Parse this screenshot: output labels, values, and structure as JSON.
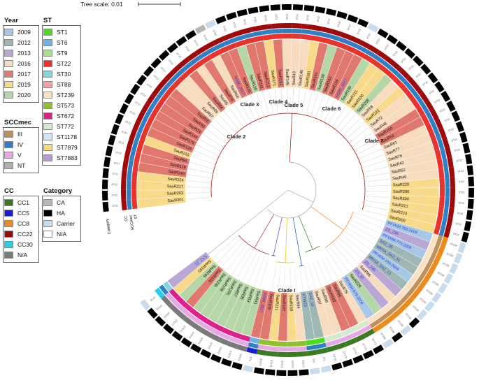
{
  "tree_scale": "Tree scale: 0.01",
  "legends": {
    "year": {
      "title": "Year",
      "items": [
        {
          "label": "2009",
          "color": "#a6c8e6"
        },
        {
          "label": "2012",
          "color": "#9fb7b3"
        },
        {
          "label": "2013",
          "color": "#b9a7d6"
        },
        {
          "label": "2016",
          "color": "#f7dcc0"
        },
        {
          "label": "2017",
          "color": "#e0786e"
        },
        {
          "label": "2019",
          "color": "#f9d98a"
        },
        {
          "label": "2020",
          "color": "#b5d6a7"
        }
      ]
    },
    "st": {
      "title": "ST",
      "items": [
        {
          "label": "ST1",
          "color": "#4ddc1c"
        },
        {
          "label": "ST6",
          "color": "#6ab4ee"
        },
        {
          "label": "ST9",
          "color": "#a7e08a"
        },
        {
          "label": "ST22",
          "color": "#e8322a"
        },
        {
          "label": "ST30",
          "color": "#7fd8e0"
        },
        {
          "label": "ST88",
          "color": "#f2a0a6"
        },
        {
          "label": "ST239",
          "color": "#fbe0c4"
        },
        {
          "label": "ST573",
          "color": "#8fc22a"
        },
        {
          "label": "ST672",
          "color": "#e0208a"
        },
        {
          "label": "ST772",
          "color": "#d6ead2"
        },
        {
          "label": "ST1178",
          "color": "#cfe6f6"
        },
        {
          "label": "ST7879",
          "color": "#f8dc7a"
        },
        {
          "label": "ST7883",
          "color": "#b69ad8"
        }
      ]
    },
    "sccmec": {
      "title": "SCCmec",
      "items": [
        {
          "label": "III",
          "color": "#c0905a"
        },
        {
          "label": "IV",
          "color": "#2c80c8"
        },
        {
          "label": "V",
          "color": "#e8a8e4"
        },
        {
          "label": "NT",
          "color": "#b0b0b0"
        }
      ]
    },
    "cc": {
      "title": "CC",
      "items": [
        {
          "label": "CC1",
          "color": "#3a7a22"
        },
        {
          "label": "CC5",
          "color": "#1a1adc"
        },
        {
          "label": "CC8",
          "color": "#ee8a1a"
        },
        {
          "label": "CC22",
          "color": "#9e0a0a"
        },
        {
          "label": "CC30",
          "color": "#22d0ee"
        },
        {
          "label": "N/A",
          "color": "#7a7a7a"
        }
      ]
    },
    "category": {
      "title": "Category",
      "items": [
        {
          "label": "CA",
          "color": "#b8b8b0"
        },
        {
          "label": "HA",
          "color": "#000000"
        },
        {
          "label": "Carrier",
          "color": "#c8dcf0"
        },
        {
          "label": "N/A",
          "color": "#ffffff"
        }
      ]
    }
  },
  "ring_labels": [
    "CC",
    "ST",
    "SCCmec",
    "Category"
  ],
  "clades": [
    "Clade 2",
    "Clade 3",
    "Clade 4",
    "Clade 5",
    "Clade 6",
    "Clade 7",
    "Clade I"
  ],
  "isolates": [
    {
      "label": "SauR201",
      "cc": "CC22",
      "year": "2019",
      "st": "ST22",
      "sccmec": "IV",
      "cat": "HA",
      "hl": false
    },
    {
      "label": "SauR203",
      "cc": "CC22",
      "year": "2019",
      "st": "ST22",
      "sccmec": "IV",
      "cat": "HA",
      "hl": false
    },
    {
      "label": "SauR217",
      "cc": "CC22",
      "year": "2019",
      "st": "ST22",
      "sccmec": "IV",
      "cat": "HA",
      "hl": false
    },
    {
      "label": "SauR224",
      "cc": "CC22",
      "year": "2019",
      "st": "ST22",
      "sccmec": "IV",
      "cat": "HA",
      "hl": false
    },
    {
      "label": "SauR140",
      "cc": "CC22",
      "year": "2017",
      "st": "ST22",
      "sccmec": "IV",
      "cat": "HA",
      "hl": false
    },
    {
      "label": "SauR118",
      "cc": "CC22",
      "year": "2017",
      "st": "ST22",
      "sccmec": "IV",
      "cat": "HA",
      "hl": false
    },
    {
      "label": "SauR91",
      "cc": "CC22",
      "year": "2017",
      "st": "ST22",
      "sccmec": "IV",
      "cat": "HA",
      "hl": false
    },
    {
      "label": "SauR216",
      "cc": "CC22",
      "year": "2019",
      "st": "ST22",
      "sccmec": "IV",
      "cat": "HA",
      "hl": false
    },
    {
      "label": "SauR133",
      "cc": "CC22",
      "year": "2017",
      "st": "ST22",
      "sccmec": "IV",
      "cat": "HA",
      "hl": false
    },
    {
      "label": "SauR176",
      "cc": "CC22",
      "year": "2017",
      "st": "ST22",
      "sccmec": "IV",
      "cat": "HA",
      "hl": false
    },
    {
      "label": "SauR144",
      "cc": "CC22",
      "year": "2017",
      "st": "ST22",
      "sccmec": "IV",
      "cat": "HA",
      "hl": false
    },
    {
      "label": "SauR23",
      "cc": "CC22",
      "year": "2017",
      "st": "ST22",
      "sccmec": "IV",
      "cat": "HA",
      "hl": false
    },
    {
      "label": "SauR93",
      "cc": "CC22",
      "year": "2017",
      "st": "ST22",
      "sccmec": "IV",
      "cat": "HA",
      "hl": false
    },
    {
      "label": "SauR55",
      "cc": "CC22",
      "year": "2017",
      "st": "ST22",
      "sccmec": "IV",
      "cat": "HA",
      "hl": false
    },
    {
      "label": "SauR57",
      "cc": "CC22",
      "year": "2016",
      "st": "ST22",
      "sccmec": "IV",
      "cat": "HA",
      "hl": false
    },
    {
      "label": "SauR69",
      "cc": "CC22",
      "year": "2016",
      "st": "ST22",
      "sccmec": "IV",
      "cat": "HA",
      "hl": false
    },
    {
      "label": "SauR84",
      "cc": "CC22",
      "year": "2017",
      "st": "ST22",
      "sccmec": "IV",
      "cat": "HA",
      "hl": false
    },
    {
      "label": "SauR5",
      "cc": "CC22",
      "year": "2016",
      "st": "ST22",
      "sccmec": "IV",
      "cat": "HA",
      "hl": false
    },
    {
      "label": "SauR74",
      "cc": "CC22",
      "year": "2017",
      "st": "ST22",
      "sccmec": "IV",
      "cat": "HA",
      "hl": false
    },
    {
      "label": "SauR66",
      "cc": "CC22",
      "year": "2016",
      "st": "ST22",
      "sccmec": "IV",
      "cat": "CA",
      "hl": false
    },
    {
      "label": "NS80_2017",
      "cc": "CC22",
      "year": "2017",
      "st": "ST22",
      "sccmec": "IV",
      "cat": "Carrier",
      "hl": true
    },
    {
      "label": "SauR126",
      "cc": "CC22",
      "year": "2017",
      "st": "ST22",
      "sccmec": "IV",
      "cat": "HA",
      "hl": false
    },
    {
      "label": "SauR120",
      "cc": "CC22",
      "year": "2020",
      "st": "ST22",
      "sccmec": "IV",
      "cat": "HA",
      "hl": false
    },
    {
      "label": "SauR111",
      "cc": "CC22",
      "year": "2017",
      "st": "ST22",
      "sccmec": "IV",
      "cat": "HA",
      "hl": false
    },
    {
      "label": "SauR113",
      "cc": "CC22",
      "year": "2017",
      "st": "ST22",
      "sccmec": "IV",
      "cat": "HA",
      "hl": false
    },
    {
      "label": "SauR171",
      "cc": "CC22",
      "year": "2019",
      "st": "ST22",
      "sccmec": "IV",
      "cat": "HA",
      "hl": false
    },
    {
      "label": "SauR132",
      "cc": "CC22",
      "year": "2017",
      "st": "ST22",
      "sccmec": "IV",
      "cat": "HA",
      "hl": false
    },
    {
      "label": "SauR149",
      "cc": "CC22",
      "year": "2016",
      "st": "ST22",
      "sccmec": "IV",
      "cat": "HA",
      "hl": false
    },
    {
      "label": "SauR43",
      "cc": "CC22",
      "year": "2016",
      "st": "ST22",
      "sccmec": "IV",
      "cat": "HA",
      "hl": false
    },
    {
      "label": "SauR146",
      "cc": "CC22",
      "year": "2016",
      "st": "ST22",
      "sccmec": "IV",
      "cat": "HA",
      "hl": false
    },
    {
      "label": "SauR181",
      "cc": "CC22",
      "year": "2019",
      "st": "ST22",
      "sccmec": "IV",
      "cat": "HA",
      "hl": false
    },
    {
      "label": "SauR141",
      "cc": "CC22",
      "year": "2017",
      "st": "ST22",
      "sccmec": "IV",
      "cat": "HA",
      "hl": false
    },
    {
      "label": "SauR158",
      "cc": "CC22",
      "year": "2020",
      "st": "ST22",
      "sccmec": "IV",
      "cat": "HA",
      "hl": false
    },
    {
      "label": "SauR163",
      "cc": "CC22",
      "year": "2017",
      "st": "ST22",
      "sccmec": "IV",
      "cat": "HA",
      "hl": false
    },
    {
      "label": "SauR156",
      "cc": "CC22",
      "year": "2017",
      "st": "ST22",
      "sccmec": "IV",
      "cat": "HA",
      "hl": false
    },
    {
      "label": "NS80_2017",
      "cc": "CC22",
      "year": "2017",
      "st": "ST22",
      "sccmec": "IV",
      "cat": "Carrier",
      "hl": true
    },
    {
      "label": "SauR109",
      "cc": "CC22",
      "year": "2020",
      "st": "ST22",
      "sccmec": "IV",
      "cat": "HA",
      "hl": false
    },
    {
      "label": "SauR211",
      "cc": "CC22",
      "year": "2019",
      "st": "ST22",
      "sccmec": "IV",
      "cat": "HA",
      "hl": false
    },
    {
      "label": "SauR230",
      "cc": "CC22",
      "year": "2019",
      "st": "ST22",
      "sccmec": "IV",
      "cat": "HA",
      "hl": false
    },
    {
      "label": "SauR208",
      "cc": "CC22",
      "year": "2020",
      "st": "ST22",
      "sccmec": "IV",
      "cat": "HA",
      "hl": false
    },
    {
      "label": "SauR58",
      "cc": "CC22",
      "year": "2016",
      "st": "ST22",
      "sccmec": "IV",
      "cat": "HA",
      "hl": false
    },
    {
      "label": "SauR222",
      "cc": "CC22",
      "year": "2019",
      "st": "ST22",
      "sccmec": "IV",
      "cat": "HA",
      "hl": false
    },
    {
      "label": "SauR72",
      "cc": "CC22",
      "year": "2016",
      "st": "ST22",
      "sccmec": "IV",
      "cat": "HA",
      "hl": false
    },
    {
      "label": "SauR48",
      "cc": "CC22",
      "year": "2016",
      "st": "ST22",
      "sccmec": "IV",
      "cat": "HA",
      "hl": false
    },
    {
      "label": "SauR100",
      "cc": "CC22",
      "year": "2017",
      "st": "ST22",
      "sccmec": "IV",
      "cat": "HA",
      "hl": false
    },
    {
      "label": "SauR53",
      "cc": "CC22",
      "year": "2017",
      "st": "ST22",
      "sccmec": "IV",
      "cat": "HA",
      "hl": false
    },
    {
      "label": "SauR61",
      "cc": "CC22",
      "year": "2016",
      "st": "ST22",
      "sccmec": "IV",
      "cat": "HA",
      "hl": false
    },
    {
      "label": "SauR77",
      "cc": "CC22",
      "year": "2016",
      "st": "ST22",
      "sccmec": "IV",
      "cat": "HA",
      "hl": false
    },
    {
      "label": "SauR78",
      "cc": "CC22",
      "year": "2016",
      "st": "ST22",
      "sccmec": "IV",
      "cat": "HA",
      "hl": false
    },
    {
      "label": "SauR42",
      "cc": "CC22",
      "year": "2016",
      "st": "ST22",
      "sccmec": "IV",
      "cat": "HA",
      "hl": false
    },
    {
      "label": "SauR52",
      "cc": "CC22",
      "year": "2016",
      "st": "ST22",
      "sccmec": "IV",
      "cat": "HA",
      "hl": false
    },
    {
      "label": "SauR49",
      "cc": "CC22",
      "year": "2016",
      "st": "ST22",
      "sccmec": "IV",
      "cat": "HA",
      "hl": false
    },
    {
      "label": "SauR226",
      "cc": "CC22",
      "year": "2019",
      "st": "ST22",
      "sccmec": "IV",
      "cat": "HA",
      "hl": false
    },
    {
      "label": "SauR206",
      "cc": "CC22",
      "year": "2019",
      "st": "ST22",
      "sccmec": "IV",
      "cat": "HA",
      "hl": false
    },
    {
      "label": "SauR204",
      "cc": "CC22",
      "year": "2019",
      "st": "ST22",
      "sccmec": "IV",
      "cat": "HA",
      "hl": false
    },
    {
      "label": "SauR221",
      "cc": "CC22",
      "year": "2019",
      "st": "ST22",
      "sccmec": "IV",
      "cat": "HA",
      "hl": false
    },
    {
      "label": "SauR223",
      "cc": "CC22",
      "year": "2019",
      "st": "ST22",
      "sccmec": "IV",
      "cat": "HA",
      "hl": false
    },
    {
      "label": "SauR200",
      "cc": "CC22",
      "year": "2019",
      "st": "ST22",
      "sccmec": "IV",
      "cat": "HA",
      "hl": false
    },
    {
      "label": "PFVKM-783-2009",
      "cc": "CC8",
      "year": "2009",
      "st": "ST239",
      "sccmec": "III",
      "cat": "Carrier",
      "hl": true
    },
    {
      "label": "ZS_230",
      "cc": "CC8",
      "year": "2013",
      "st": "ST239",
      "sccmec": "III",
      "cat": "Carrier",
      "hl": true
    },
    {
      "label": "PFVKM-775-2009",
      "cc": "CC8",
      "year": "2009",
      "st": "ST239",
      "sccmec": "III",
      "cat": "Carrier",
      "hl": true
    },
    {
      "label": "SAZ_36",
      "cc": "CC8",
      "year": "2012",
      "st": "ST239",
      "sccmec": "III",
      "cat": "Carrier",
      "hl": true
    },
    {
      "label": "MRSA_SAZ_31",
      "cc": "CC8",
      "year": "2012",
      "st": "ST239",
      "sccmec": "III",
      "cat": "Carrier",
      "hl": true
    },
    {
      "label": "PFVKM-203-2009",
      "cc": "CC8",
      "year": "2009",
      "st": "ST239",
      "sccmec": "III",
      "cat": "Carrier",
      "hl": true
    },
    {
      "label": "MRSA_SAZ_13",
      "cc": "CC8",
      "year": "2012",
      "st": "ST239",
      "sccmec": "III",
      "cat": "Carrier",
      "hl": true
    },
    {
      "label": "ZS_246",
      "cc": "CC8",
      "year": "2013",
      "st": "ST239",
      "sccmec": "III",
      "cat": "Carrier",
      "hl": true
    },
    {
      "label": "SauR86",
      "cc": "CC8",
      "year": "2016",
      "st": "ST239",
      "sccmec": "III",
      "cat": "HA",
      "hl": false
    },
    {
      "label": "ZS_37",
      "cc": "CC8",
      "year": "2013",
      "st": "ST239",
      "sccmec": "III",
      "cat": "Carrier",
      "hl": true
    },
    {
      "label": "SauR226",
      "cc": "CC8",
      "year": "2020",
      "st": "ST239",
      "sccmec": "III",
      "cat": "HA",
      "hl": false
    },
    {
      "label": "PFVKM-673-2009",
      "cc": "CC8",
      "year": "2009",
      "st": "ST239",
      "sccmec": "III",
      "cat": "Carrier",
      "hl": true
    },
    {
      "label": "SauR75",
      "cc": "CC1",
      "year": "2016",
      "st": "ST772",
      "sccmec": "V",
      "cat": "HA",
      "hl": false
    },
    {
      "label": "SauR96",
      "cc": "CC1",
      "year": "2017",
      "st": "ST772",
      "sccmec": "V",
      "cat": "HA",
      "hl": false
    },
    {
      "label": "SauR183",
      "cc": "CC1",
      "year": "2017",
      "st": "ST772",
      "sccmec": "V",
      "cat": "HA",
      "hl": false
    },
    {
      "label": "SauR98",
      "cc": "CC1",
      "year": "2016",
      "st": "ST772",
      "sccmec": "V",
      "cat": "HA",
      "hl": false
    },
    {
      "label": "SauR97",
      "cc": "CC1",
      "year": "2016",
      "st": "ST772",
      "sccmec": "V",
      "cat": "HA",
      "hl": false
    },
    {
      "label": "SAZ_16",
      "cc": "CC1",
      "year": "2012",
      "st": "ST1",
      "sccmec": "IV",
      "cat": "Carrier",
      "hl": true
    },
    {
      "label": "KTW23",
      "cc": "CC1",
      "year": "2012",
      "st": "ST1",
      "sccmec": "IV",
      "cat": "Carrier",
      "hl": true
    },
    {
      "label": "SauR94",
      "cc": "CC1",
      "year": "2016",
      "st": "ST573",
      "sccmec": "V",
      "cat": "HA",
      "hl": false
    },
    {
      "label": "SauR150",
      "cc": "CC1",
      "year": "2019",
      "st": "ST573",
      "sccmec": "V",
      "cat": "HA",
      "hl": false
    },
    {
      "label": "SauR107",
      "cc": "CC1",
      "year": "2017",
      "st": "ST573",
      "sccmec": "V",
      "cat": "HA",
      "hl": false
    },
    {
      "label": "SauR221",
      "cc": "CC1",
      "year": "2019",
      "st": "ST573",
      "sccmec": "V",
      "cat": "HA",
      "hl": false
    },
    {
      "label": "SauR108",
      "cc": "CC1",
      "year": "2017",
      "st": "ST573",
      "sccmec": "V",
      "cat": "HA",
      "hl": false
    },
    {
      "label": "NS80_2017",
      "cc": "CC5",
      "year": "2017",
      "st": "ST6",
      "sccmec": "IV",
      "cat": "Carrier",
      "hl": true
    },
    {
      "label": "SauR41",
      "cc": "N/A",
      "year": "2020",
      "st": "ST672",
      "sccmec": "V",
      "cat": "HA",
      "hl": false
    },
    {
      "label": "SauR53",
      "cc": "N/A",
      "year": "2020",
      "st": "ST672",
      "sccmec": "V",
      "cat": "HA",
      "hl": false
    },
    {
      "label": "SauR35",
      "cc": "N/A",
      "year": "2020",
      "st": "ST672",
      "sccmec": "V",
      "cat": "HA",
      "hl": false
    },
    {
      "label": "SauR57",
      "cc": "N/A",
      "year": "2020",
      "st": "ST672",
      "sccmec": "V",
      "cat": "HA",
      "hl": false
    },
    {
      "label": "SauR205",
      "cc": "N/A",
      "year": "2020",
      "st": "ST672",
      "sccmec": "V",
      "cat": "HA",
      "hl": false
    },
    {
      "label": "SauR159",
      "cc": "N/A",
      "year": "2020",
      "st": "ST672",
      "sccmec": "V",
      "cat": "HA",
      "hl": false
    },
    {
      "label": "SauR236",
      "cc": "N/A",
      "year": "2020",
      "st": "ST672",
      "sccmec": "V",
      "cat": "HA",
      "hl": false
    },
    {
      "label": "SauR134",
      "cc": "N/A",
      "year": "2017",
      "st": "ST672",
      "sccmec": "V",
      "cat": "HA",
      "hl": false
    },
    {
      "label": "SauR246",
      "cc": "N/A",
      "year": "2020",
      "st": "ST672",
      "sccmec": "V",
      "cat": "HA",
      "hl": false
    },
    {
      "label": "SauR193",
      "cc": "N/A",
      "year": "2019",
      "st": "ST672",
      "sccmec": "V",
      "cat": "HA",
      "hl": false
    },
    {
      "label": "SAZ_31",
      "cc": "CC30",
      "year": "2013",
      "st": "ST30",
      "sccmec": "IV",
      "cat": "Carrier",
      "hl": true
    }
  ]
}
